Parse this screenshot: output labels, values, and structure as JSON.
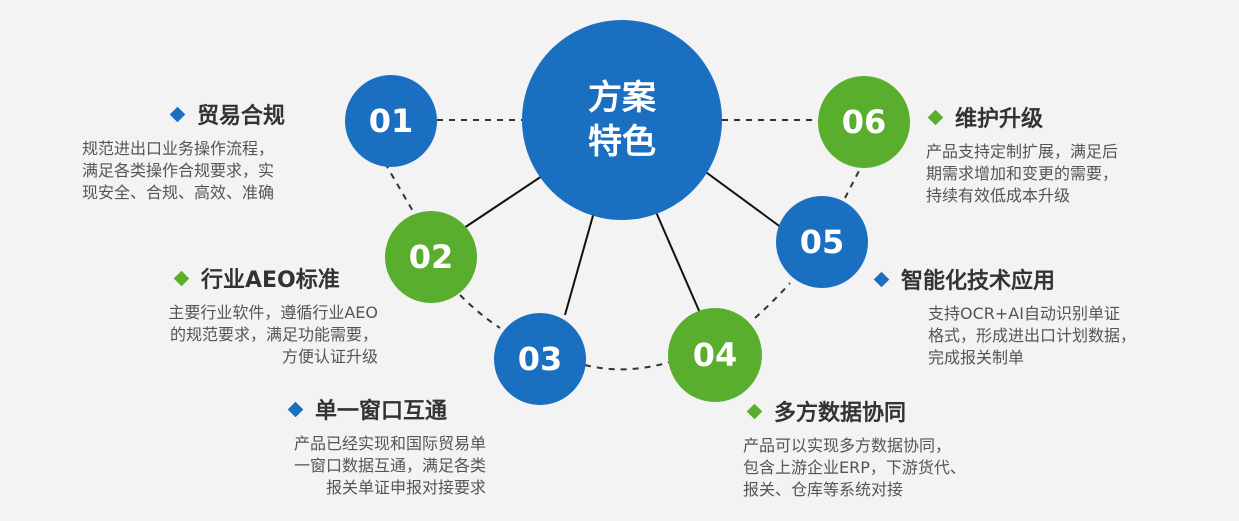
{
  "center": {
    "line1": "方案",
    "line2": "特色"
  },
  "nodes": [
    {
      "number": "01",
      "color": "#1a6fc0"
    },
    {
      "number": "02",
      "color": "#5aae2d"
    },
    {
      "number": "03",
      "color": "#1a6fc0"
    },
    {
      "number": "04",
      "color": "#5aae2d"
    },
    {
      "number": "05",
      "color": "#1a6fc0"
    },
    {
      "number": "06",
      "color": "#5aae2d"
    }
  ],
  "features": [
    {
      "title": "贸易合规",
      "lines": [
        "规范进出口业务操作流程，",
        "满足各类操作合规要求，实",
        "现安全、合规、高效、准确"
      ]
    },
    {
      "title": "行业AEO标准",
      "lines": [
        "主要行业软件，遵循行业AEO",
        "的规范要求，满足功能需要，",
        "方便认证升级"
      ]
    },
    {
      "title": "单一窗口互通",
      "lines": [
        "产品已经实现和国际贸易单",
        "一窗口数据互通，满足各类",
        "报关单证申报对接要求"
      ]
    },
    {
      "title": "多方数据协同",
      "lines": [
        "产品可以实现多方数据协同，",
        "包含上游企业ERP，下游货代、",
        "报关、仓库等系统对接"
      ]
    },
    {
      "title": "智能化技术应用",
      "lines": [
        "支持OCR+AI自动识别单证",
        "格式，形成进出口计划数据，",
        "完成报关制单"
      ]
    },
    {
      "title": "维护升级",
      "lines": [
        "产品支持定制扩展，满足后",
        "期需求增加和变更的需要，",
        "持续有效低成本升级"
      ]
    }
  ],
  "colors": {
    "blue": "#1a6fc0",
    "green": "#5aae2d",
    "background": "#f3f3f3"
  }
}
